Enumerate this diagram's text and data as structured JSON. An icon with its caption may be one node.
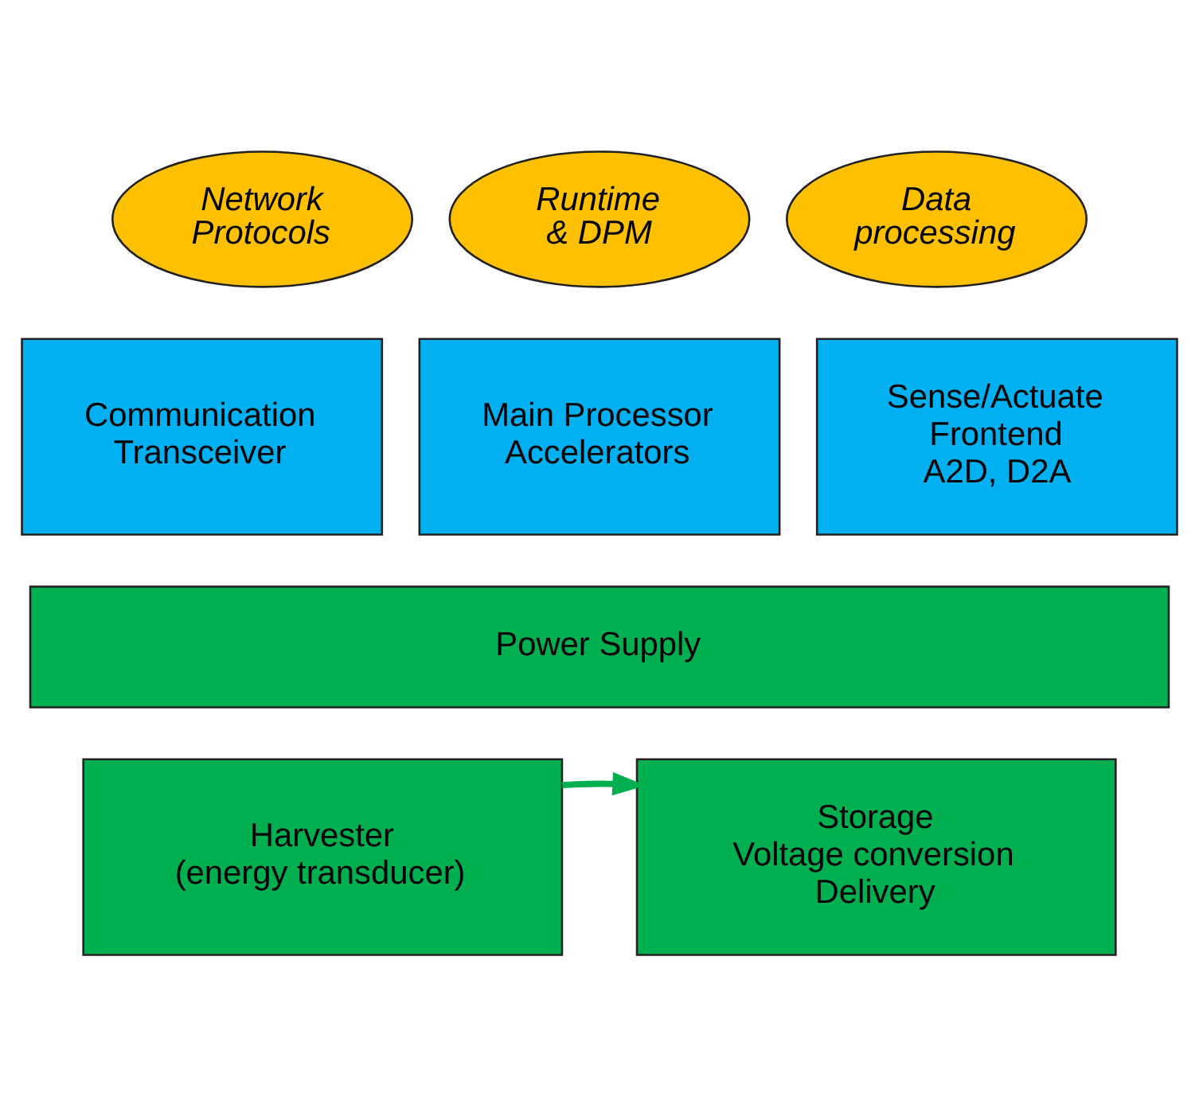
{
  "diagram": {
    "nodes": [
      {
        "text": [
          "Network Protocols"
        ]
      },
      {
        "text": [
          "Runtime & DPM"
        ]
      },
      {
        "text": [
          "Data processing"
        ]
      },
      {
        "text": [
          "Communication Transceiver"
        ]
      },
      {
        "text": [
          "Main Processor Accelerators"
        ]
      },
      {
        "text": [
          "Sense/Actuate Frontend A2D, D2A"
        ]
      },
      {
        "text": [
          "Power Supply"
        ]
      },
      {
        "text": [
          "Harvester (energy transducer)"
        ]
      },
      {
        "text": [
          "Storage Voltage conversion Delivery"
        ]
      }
    ],
    "edges": [
      {
        "from": 7,
        "to": 8,
        "arrow": "to"
      }
    ]
  }
}
